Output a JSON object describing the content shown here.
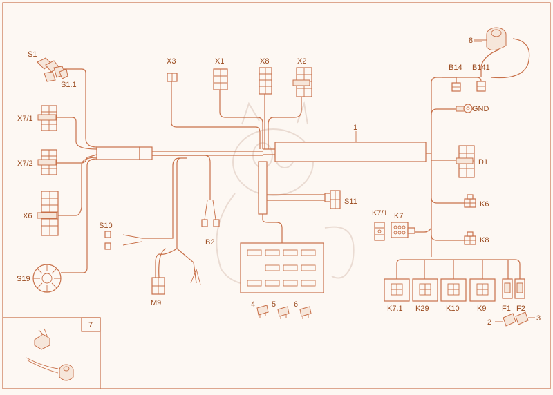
{
  "labels": {
    "s1": "S1",
    "s1_1": "S1.1",
    "x7_1": "X7/1",
    "x7_2": "X7/2",
    "x6": "X6",
    "s10": "S10",
    "s19": "S19",
    "m9": "M9",
    "b2": "B2",
    "x3": "X3",
    "x1": "X1",
    "x8": "X8",
    "x2": "X2",
    "harness": "1",
    "s11": "S11",
    "b14": "B14",
    "b141": "B141",
    "gnd": "GND",
    "d1": "D1",
    "k6": "K6",
    "k7_1": "K7/1",
    "k7": "K7",
    "k8": "K8",
    "k7_1b": "K7.1",
    "k29": "K29",
    "k10": "K10",
    "k9": "K9",
    "f1": "F1",
    "f2": "F2",
    "item8": "8",
    "item4": "4",
    "item5": "5",
    "item6": "6",
    "item2": "2",
    "item3": "3",
    "inset7": "7"
  },
  "colors": {
    "line": "#c8714a",
    "text": "#9a4a1e",
    "background": "#fdf8f3"
  }
}
